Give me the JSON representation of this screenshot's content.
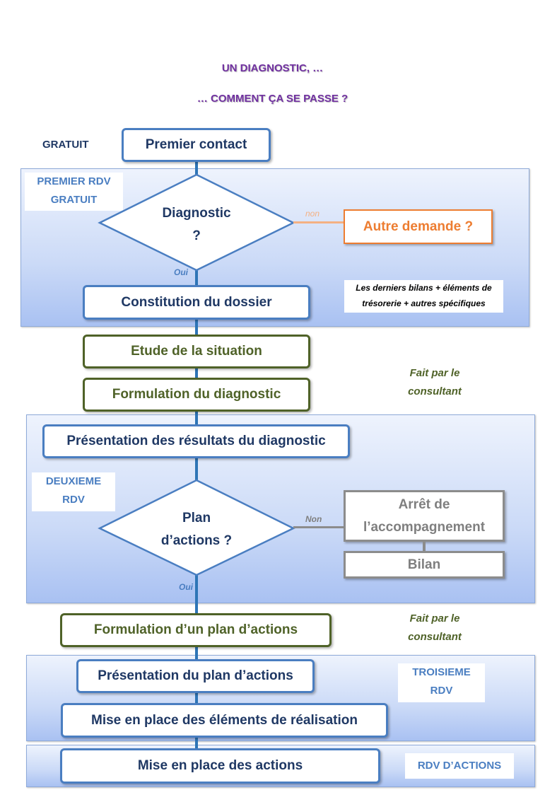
{
  "title": {
    "line1": "UN DIAGNOSTIC, …",
    "line2": "… COMMENT ÇA SE PASSE ?"
  },
  "labels": {
    "gratuit": "GRATUIT",
    "premier_rdv": [
      "PREMIER RDV",
      "GRATUIT"
    ],
    "deuxieme_rdv": [
      "DEUXIEME",
      "RDV"
    ],
    "troisieme_rdv": [
      "TROISIEME",
      "RDV"
    ],
    "rdv_actions": "RDV D’ACTIONS"
  },
  "steps": {
    "premier_contact": "Premier contact",
    "diagnostic": [
      "Diagnostic",
      "?"
    ],
    "autre_demande": "Autre demande ?",
    "constitution": "Constitution du dossier",
    "etude": "Etude de la situation",
    "formulation_diag": "Formulation du diagnostic",
    "presentation_resultats": "Présentation des résultats du diagnostic",
    "plan_actions_q": [
      "Plan",
      "d’actions ?"
    ],
    "arret": [
      "Arrêt de",
      "l’accompagnement"
    ],
    "bilan": "Bilan",
    "formulation_plan": "Formulation d’un plan d’actions",
    "presentation_plan": "Présentation du plan d’actions",
    "mise_elements": "Mise en place des éléments de réalisation",
    "mise_actions": "Mise en place des actions"
  },
  "edges": {
    "non1": "non",
    "oui1": "Oui",
    "non2": "Non",
    "oui2": "Oui"
  },
  "notes": {
    "documents": [
      "Les derniers bilans + éléments de",
      "trésorerie + autres spécifiques"
    ],
    "fait_par_1": [
      "Fait par le",
      "consultant"
    ],
    "fait_par_2": [
      "Fait par le",
      "consultant"
    ]
  }
}
